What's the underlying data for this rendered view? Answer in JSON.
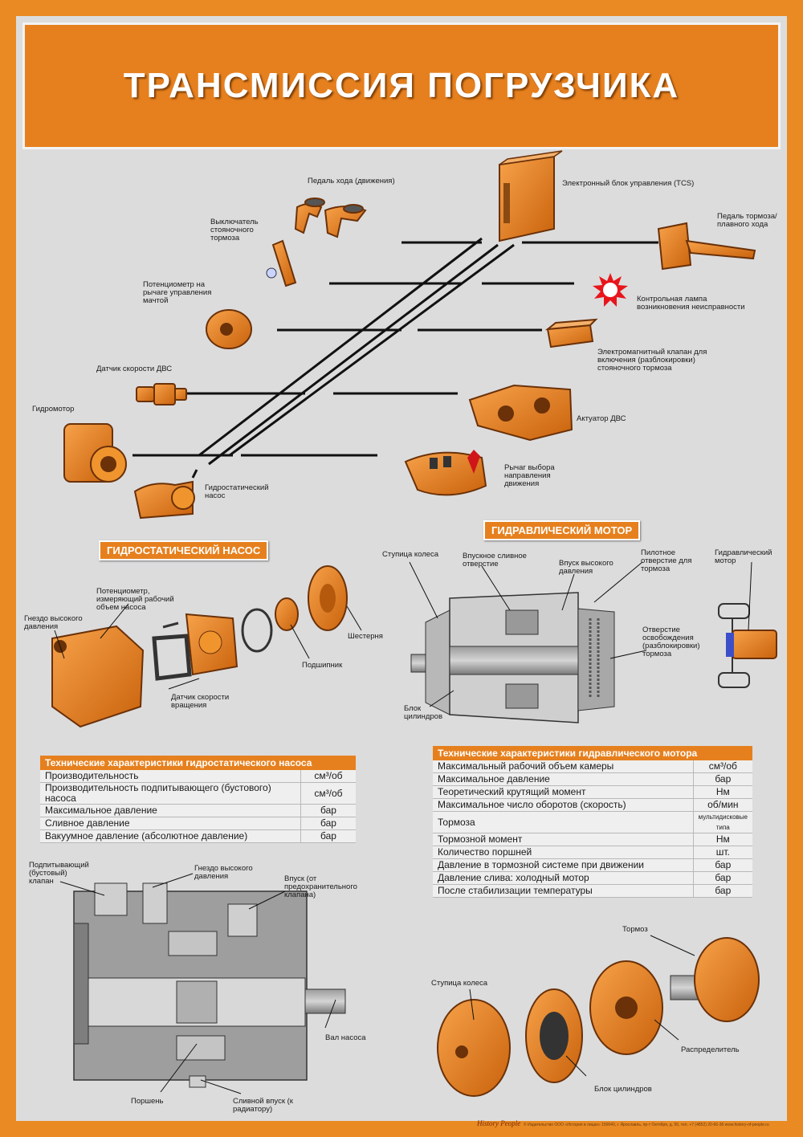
{
  "title": "ТРАНСМИССИЯ ПОГРУЗЧИКА",
  "system_labels": {
    "drive_pedal": "Педаль хода (движения)",
    "ecu": "Электронный блок управления (TCS)",
    "parking_switch": "Выключатель стояночного тормоза",
    "brake_pedal": "Педаль тормоза/ плавного хода",
    "boom_pot": "Потенциометр на рычаге управления мачтой",
    "warning_lamp": "Контрольная лампа возникновения неисправности",
    "solenoid": "Электромагнитный клапан для включения (разблокировки) стояночного тормоза",
    "speed_sensor": "Датчик скорости ДВС",
    "engine_actuator": "Актуатор ДВС",
    "hydromotor": "Гидромотор",
    "direction_lever": "Рычаг выбора направления движения",
    "hydrostatic_pump": "Гидростатический насос"
  },
  "pump_section": {
    "tag": "ГИДРОСТАТИЧЕСКИЙ НАСОС",
    "labels": {
      "potentiometer": "Потенциометр, измеряющий рабочий объем насоса",
      "hp_port": "Гнездо высокого давления",
      "gear": "Шестерня",
      "bearing": "Подшипник",
      "rot_sensor": "Датчик скорости вращения"
    }
  },
  "motor_section": {
    "tag": "ГИДРАВЛИЧЕСКИЙ МОТОР",
    "labels": {
      "hub": "Ступица колеса",
      "intake_drain": "Впускное сливное отверстие",
      "hp_inlet": "Впуск высокого давления",
      "pilot_port": "Пилотное отверстие для тормоза",
      "hyd_motor": "Гидравлический мотор",
      "brake_release": "Отверстие освобождения (разблокировки) тормоза",
      "cyl_block": "Блок цилиндров"
    }
  },
  "pump_table": {
    "header": "Технические характеристики гидростатического насоса",
    "rows": [
      {
        "name": "Производительность",
        "unit": "см³/об"
      },
      {
        "name": "Производительность подпитывающего (бустового) насоса",
        "unit": "см³/об"
      },
      {
        "name": "Максимальное давление",
        "unit": "бар"
      },
      {
        "name": "Сливное давление",
        "unit": "бар"
      },
      {
        "name": "Вакуумное давление (абсолютное давление)",
        "unit": "бар"
      }
    ]
  },
  "motor_table": {
    "header": "Технические характеристики гидравлического мотора",
    "rows": [
      {
        "name": "Максимальный рабочий объем камеры",
        "unit": "см³/об"
      },
      {
        "name": "Максимальное давление",
        "unit": "бар"
      },
      {
        "name": "Теоретический крутящий момент",
        "unit": "Нм"
      },
      {
        "name": "Максимальное число оборотов (скорость)",
        "unit": "об/мин"
      },
      {
        "name": "Тормоза",
        "unit": "мультидисковые типа"
      },
      {
        "name": "Тормозной момент",
        "unit": "Нм"
      },
      {
        "name": "Количество поршней",
        "unit": "шт."
      },
      {
        "name": "Давление в тормозной системе при движении",
        "unit": "бар"
      },
      {
        "name": "Давление слива: холодный мотор",
        "unit": "бар"
      },
      {
        "name": "После стабилизации температуры",
        "unit": "бар"
      }
    ]
  },
  "pump_cutaway_labels": {
    "boost": "Подпитывающий (бустовый) клапан",
    "hp_port": "Гнездо высокого давления",
    "inlet": "Впуск (от предохранительного клапана)",
    "shaft": "Вал насоса",
    "piston": "Поршень",
    "drain": "Сливной впуск (к радиатору)"
  },
  "motor_exploded_labels": {
    "brake": "Тормоз",
    "hub": "Ступица колеса",
    "distributor": "Распределитель",
    "cyl_block": "Блок цилиндров"
  },
  "footer": {
    "brand": "History People",
    "text": "© Издательство ООО «История в лицах» 150040, г. Ярославль, пр-т Октября, д. 56, тел. +7 (4852) 20-66-36 www.history-of-people.ru"
  },
  "colors": {
    "accent": "#e6801e",
    "background": "#dcdcdd"
  }
}
